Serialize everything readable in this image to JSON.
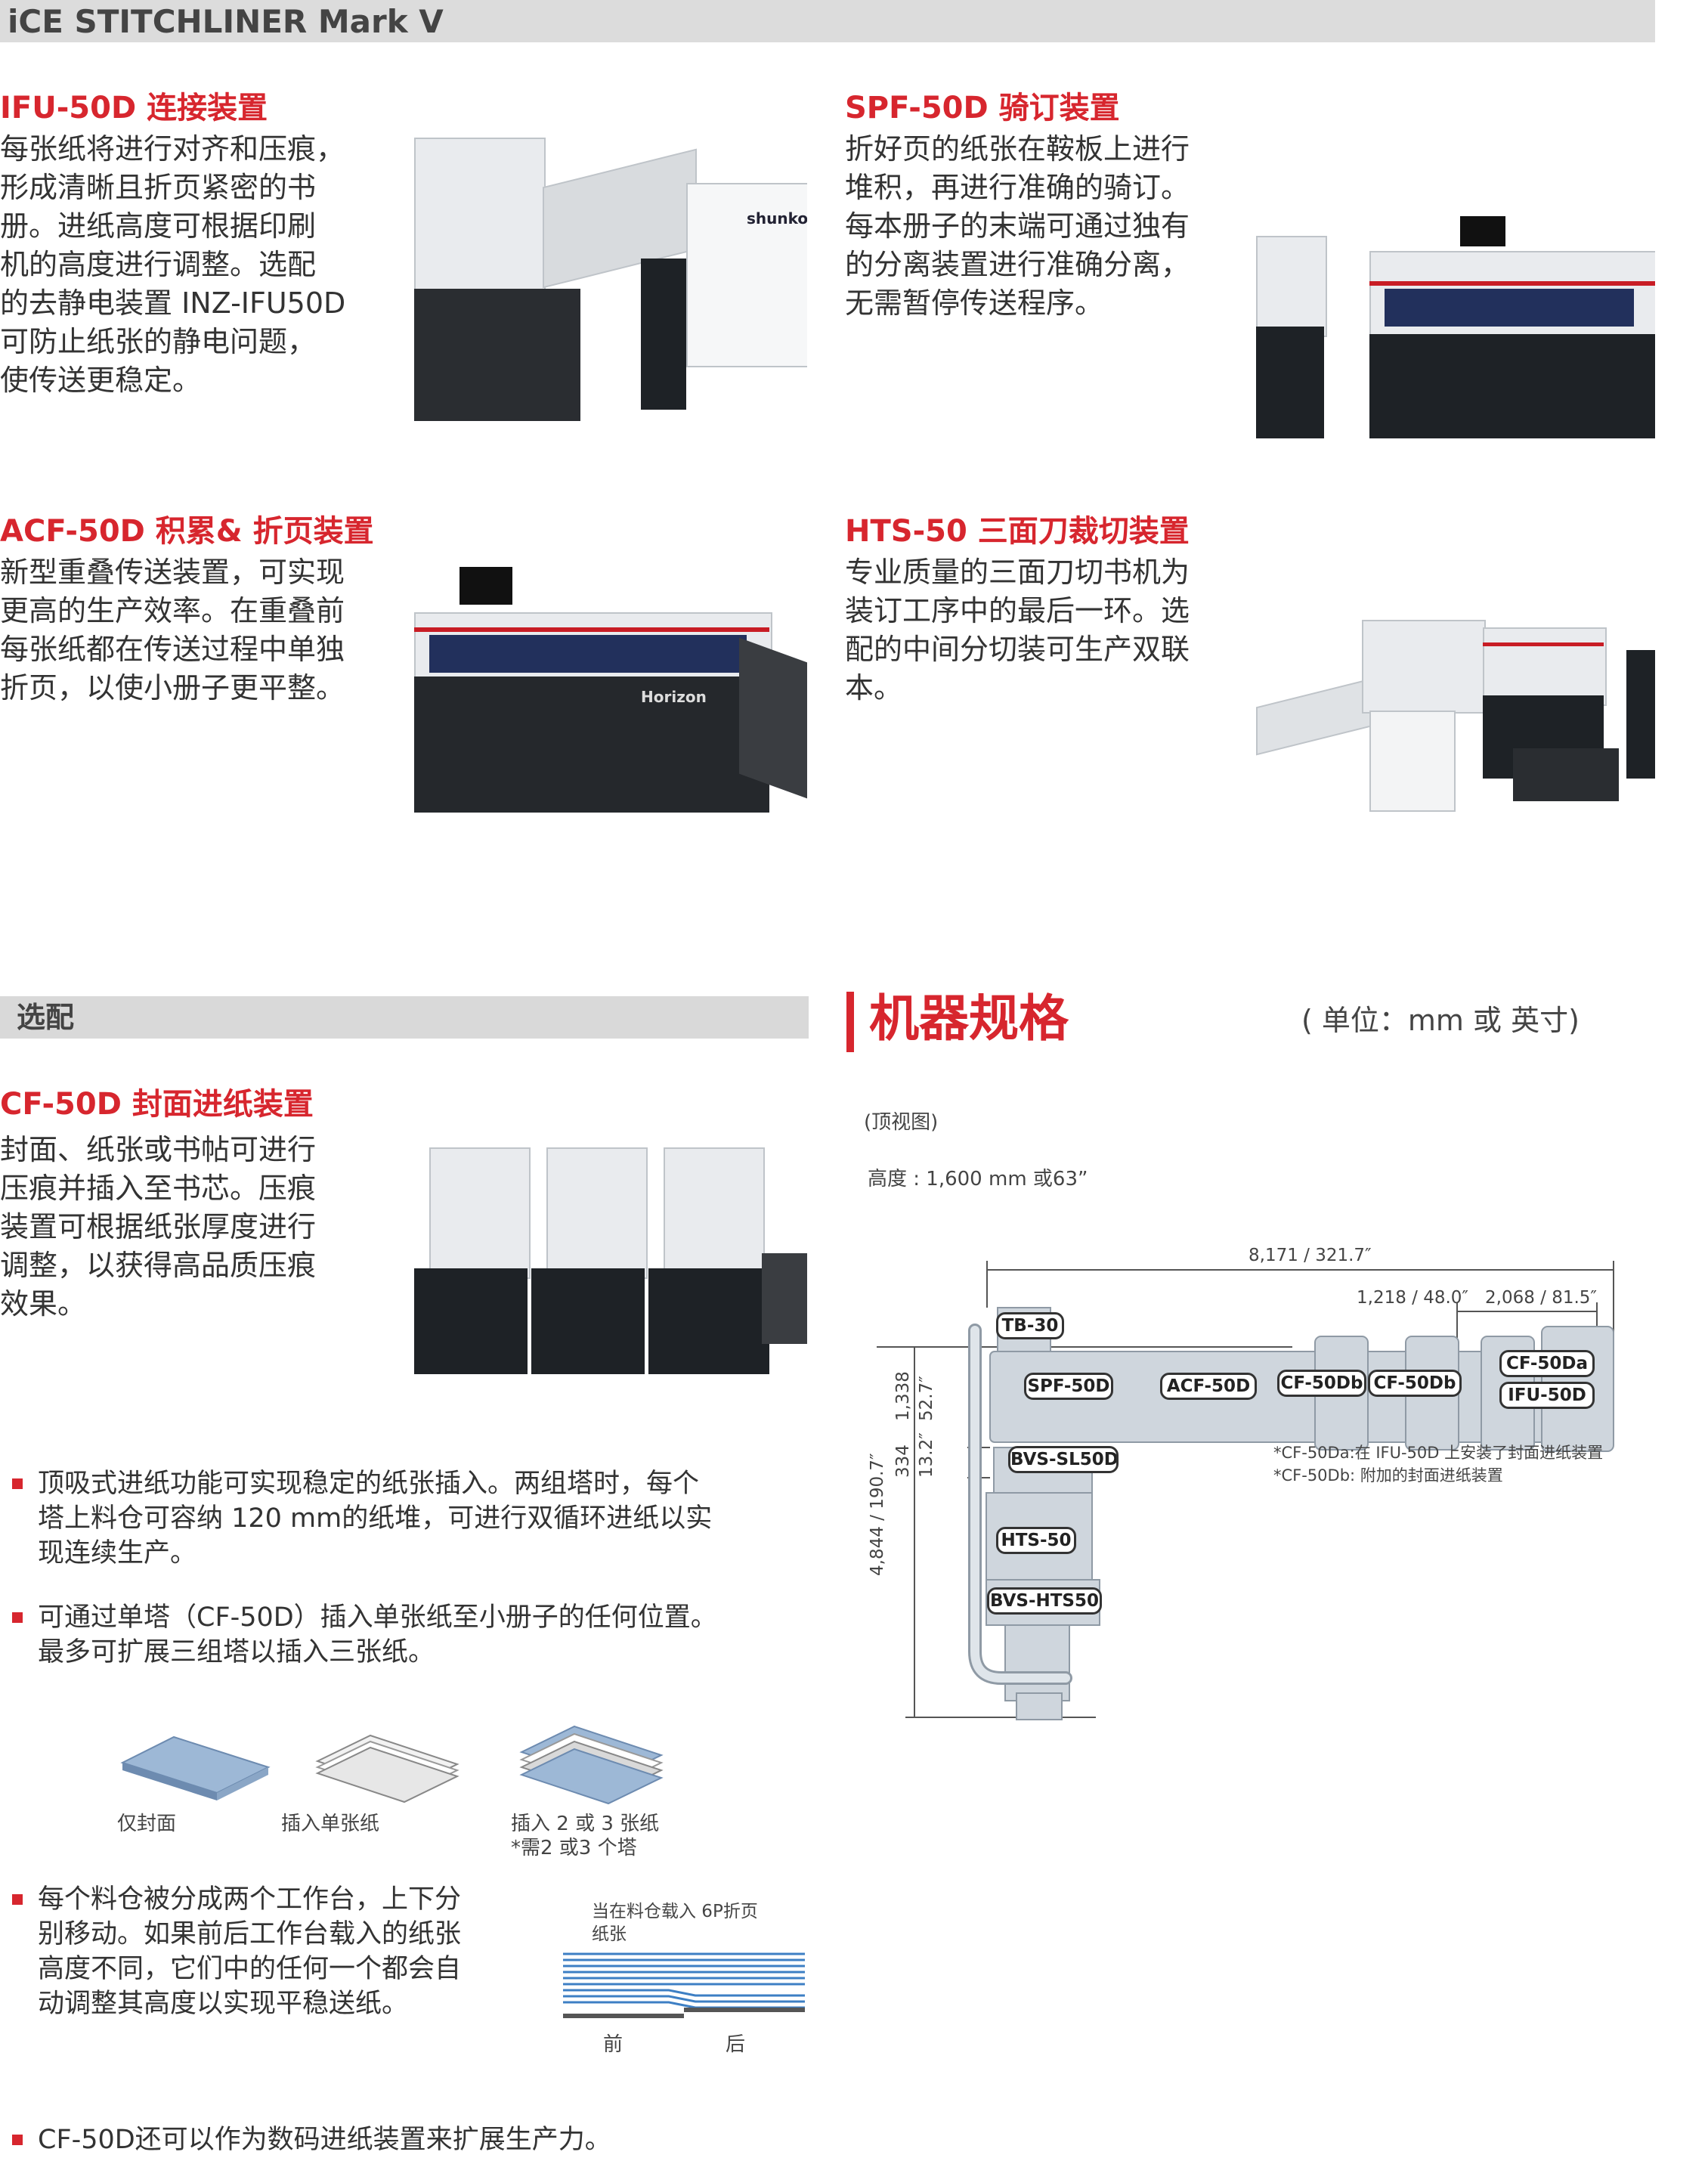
{
  "header": {
    "title": "iCE STITCHLINER Mark V"
  },
  "modules": [
    {
      "title": "IFU-50D 连接装置",
      "lines": [
        "每张纸将进行对齐和压痕，",
        "形成清晰且折页紧密的书",
        "册。进纸高度可根据印刷",
        "机的高度进行调整。选配",
        "的去静电装置 INZ-IFU50D",
        "可防止纸张的静电问题，",
        "使传送更稳定。"
      ]
    },
    {
      "title": "SPF-50D 骑订装置",
      "lines": [
        "折好页的纸张在鞍板上进行",
        "堆积，再进行准确的骑订。",
        "每本册子的末端可通过独有",
        "的分离装置进行准确分离，",
        "无需暂停传送程序。"
      ]
    },
    {
      "title": "ACF-50D 积累& 折页装置",
      "lines": [
        "新型重叠传送装置，可实现",
        "更高的生产效率。在重叠前",
        "每张纸都在传送过程中单独",
        "折页，以使小册子更平整。"
      ]
    },
    {
      "title": "HTS-50 三面刀裁切装置",
      "lines": [
        "专业质量的三面刀切书机为",
        "装订工序中的最后一环。选",
        "配的中间分切装可生产双联",
        "本。"
      ]
    }
  ],
  "photo_labels": {
    "ifu_brand": "shunko",
    "acf_brand": "Horizon"
  },
  "options": {
    "label": "选配",
    "cf_title": "CF-50D 封面进纸装置",
    "cf_lines": [
      "封面、纸张或书帖可进行",
      "压痕并插入至书芯。压痕",
      "装置可根据纸张厚度进行",
      "调整，以获得高品质压痕",
      "效果。"
    ],
    "bullets": [
      [
        "顶吸式进纸功能可实现稳定的纸张插入。两组塔时，每个",
        "塔上料仓可容纳 120 mm的纸堆，可进行双循环进纸以实",
        "现连续生产。"
      ],
      [
        "可通过单塔（CF-50D）插入单张纸至小册子的任何位置。",
        "最多可扩展三组塔以插入三张纸。"
      ],
      [
        "每个料仓被分成两个工作台，上下分",
        "别移动。如果前后工作台载入的纸张",
        "高度不同，它们中的任何一个都会自",
        "动调整其高度以实现平稳送纸。"
      ],
      [
        "CF-50D还可以作为数码进纸装置来扩展生产力。"
      ]
    ],
    "inserts": [
      {
        "label": "仅封面",
        "note": ""
      },
      {
        "label": "插入单张纸",
        "note": ""
      },
      {
        "label": "插入 2 或 3 张纸",
        "note": "*需2 或3 个塔"
      }
    ],
    "hopper": {
      "caption_lines": [
        "当在料仓载入 6P折页",
        "纸张"
      ],
      "front": "前",
      "back": "后"
    }
  },
  "specs": {
    "title": "机器规格",
    "unit": "( 单位：mm 或 英寸)",
    "view": "(顶视图)",
    "height": "高度 : 1,600 mm 或63”",
    "dims": {
      "total_width": "8,171 / 321.7″",
      "cf_width": "1,218 / 48.0″",
      "ifu_width": "2,068 / 81.5″",
      "depth_total": "4,844 / 190.7″",
      "row_mm": "1,338",
      "row_in": "52.7″",
      "gap_mm": "334",
      "gap_in": "13.2″"
    },
    "labels": [
      "TB-30",
      "SPF-50D",
      "ACF-50D",
      "CF-50Db",
      "CF-50Db",
      "CF-50Da",
      "IFU-50D",
      "BVS-SL50D",
      "HTS-50",
      "BVS-HTS50"
    ],
    "notes": [
      "*CF-50Da:在 IFU-50D 上安装了封面进纸装置",
      "*CF-50Db: 附加的封面进纸装置"
    ]
  },
  "colors": {
    "accent": "#d7262e",
    "header_bg": "#dcdcdc",
    "diagram_fill": "#cfd6dd"
  }
}
